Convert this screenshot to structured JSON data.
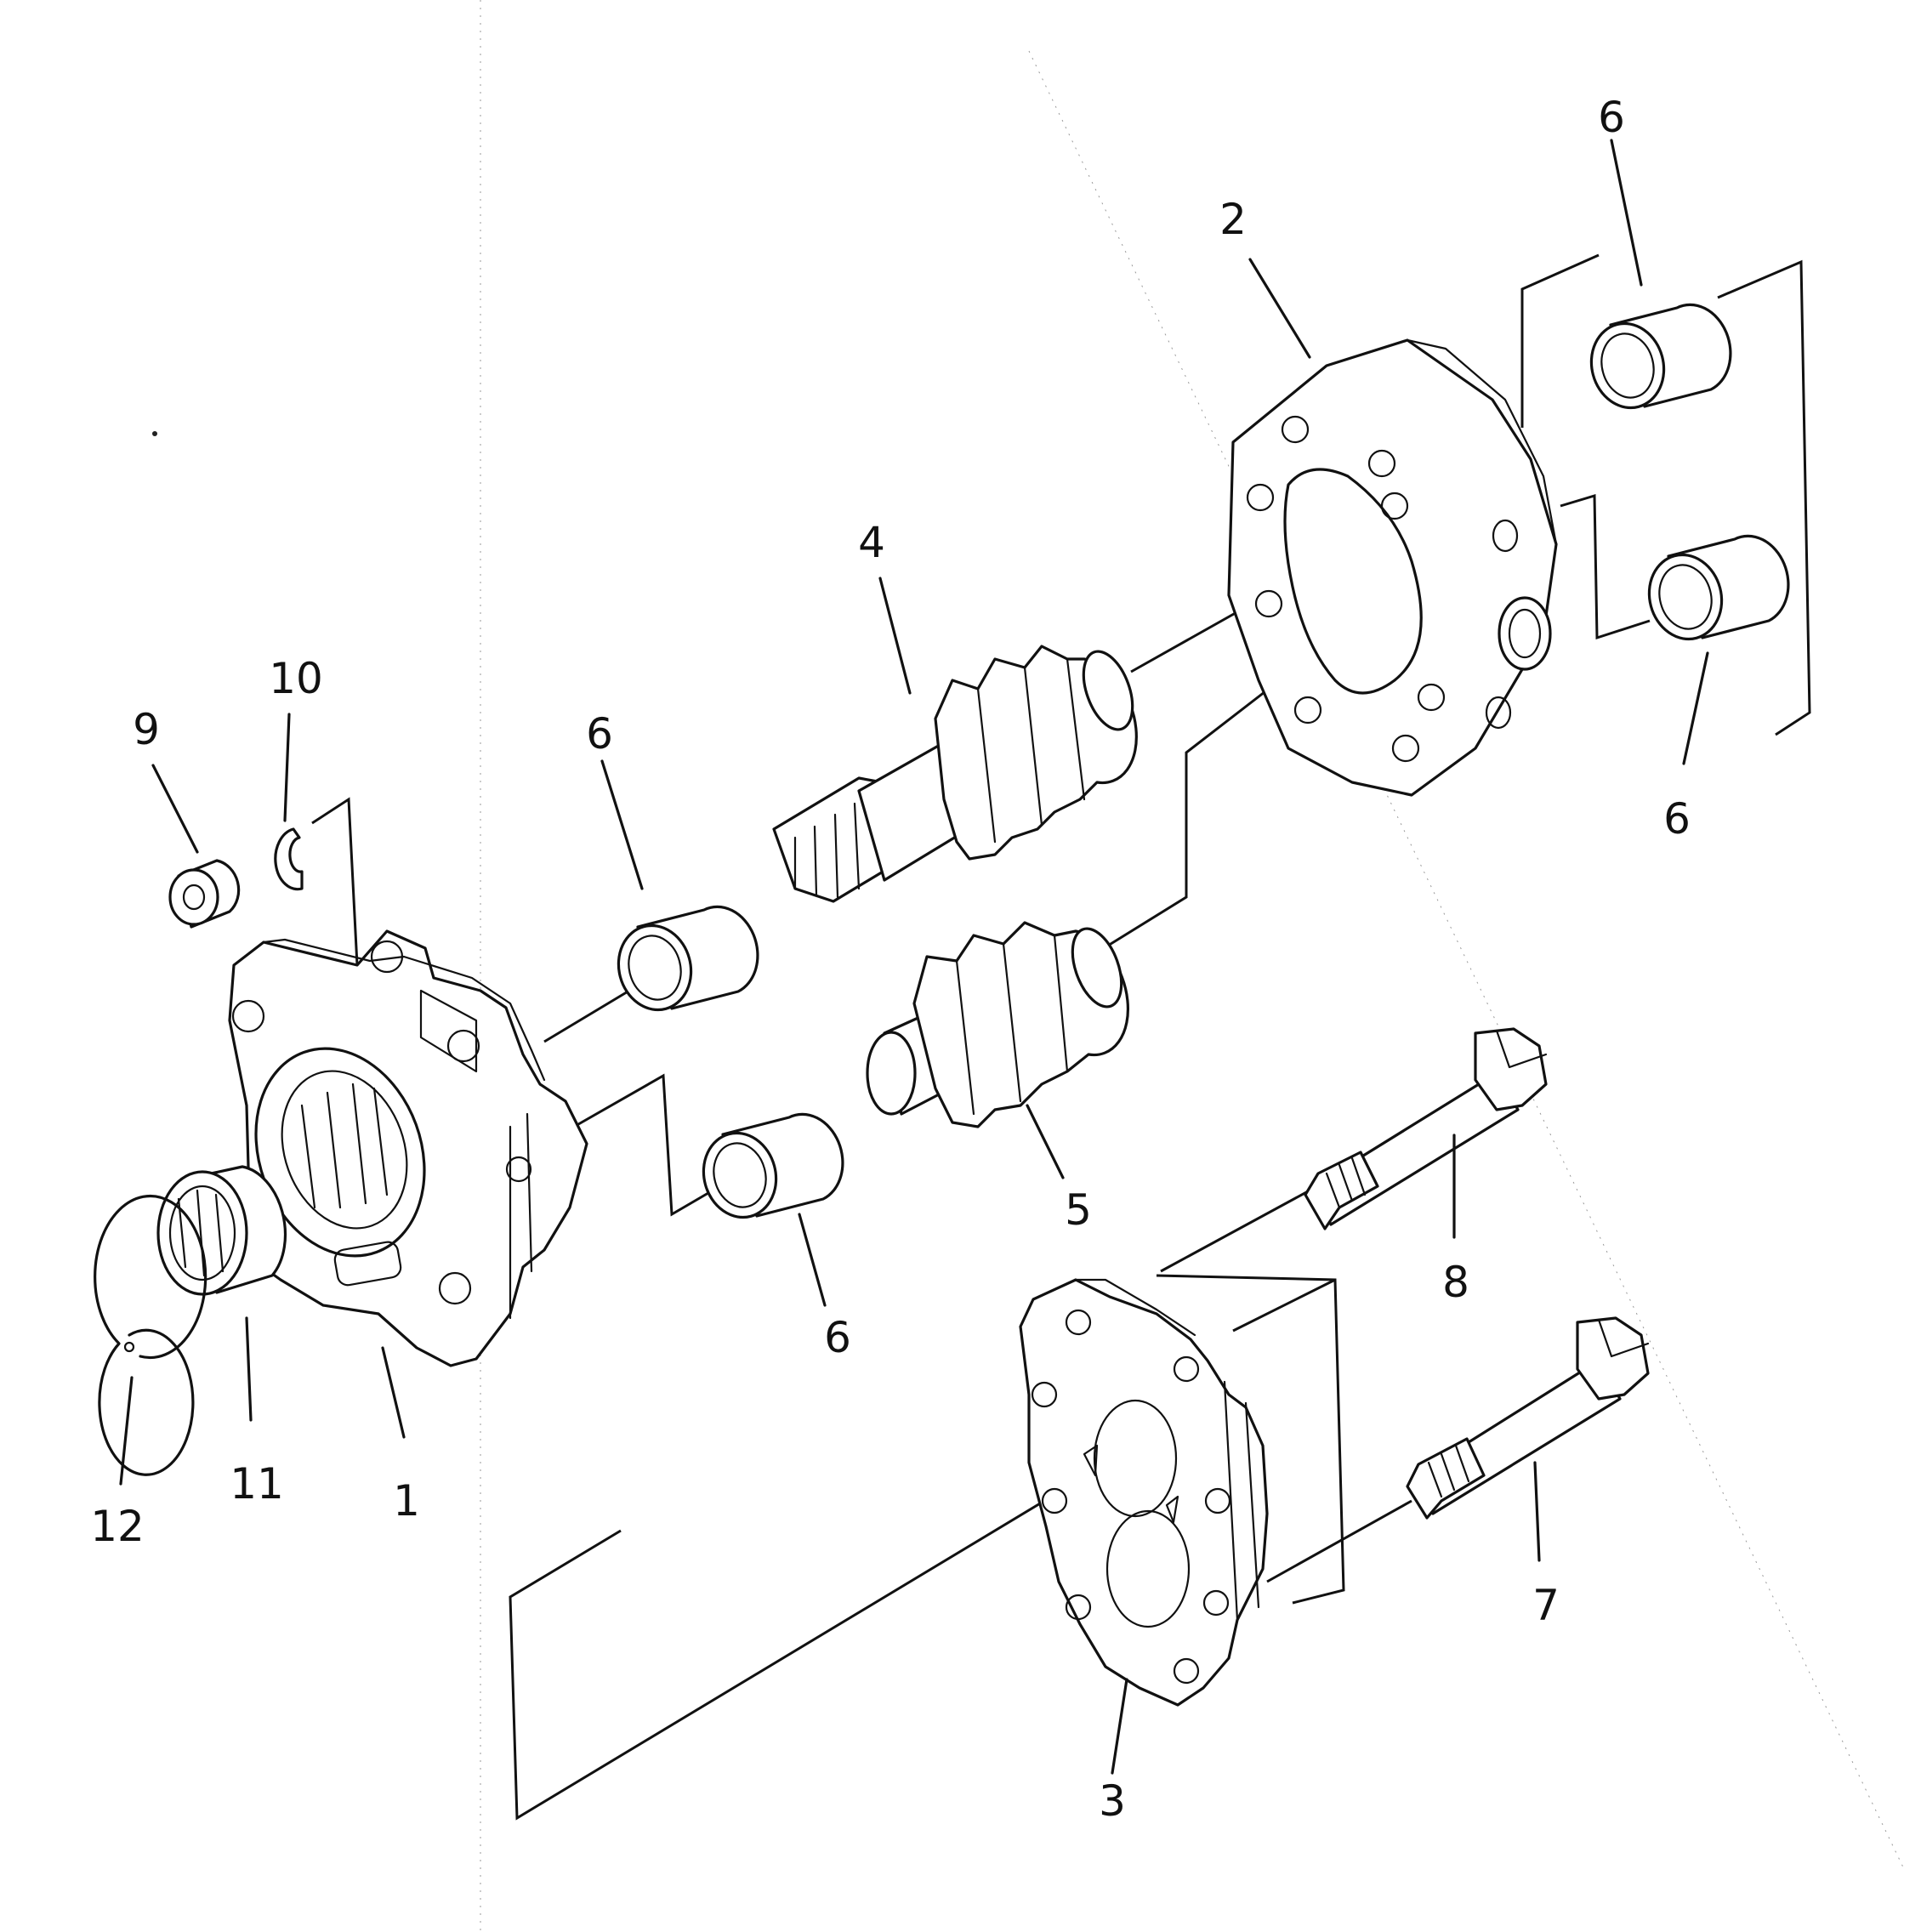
{
  "callouts": {
    "housing_front": "1",
    "body": "2",
    "cover": "3",
    "drive_gear": "4",
    "driven_gear": "5",
    "bushing": "6",
    "bolt_long": "7",
    "bolt_short": "8",
    "nut": "9",
    "washer": "10",
    "bearing": "11",
    "snap_ring": "12"
  }
}
